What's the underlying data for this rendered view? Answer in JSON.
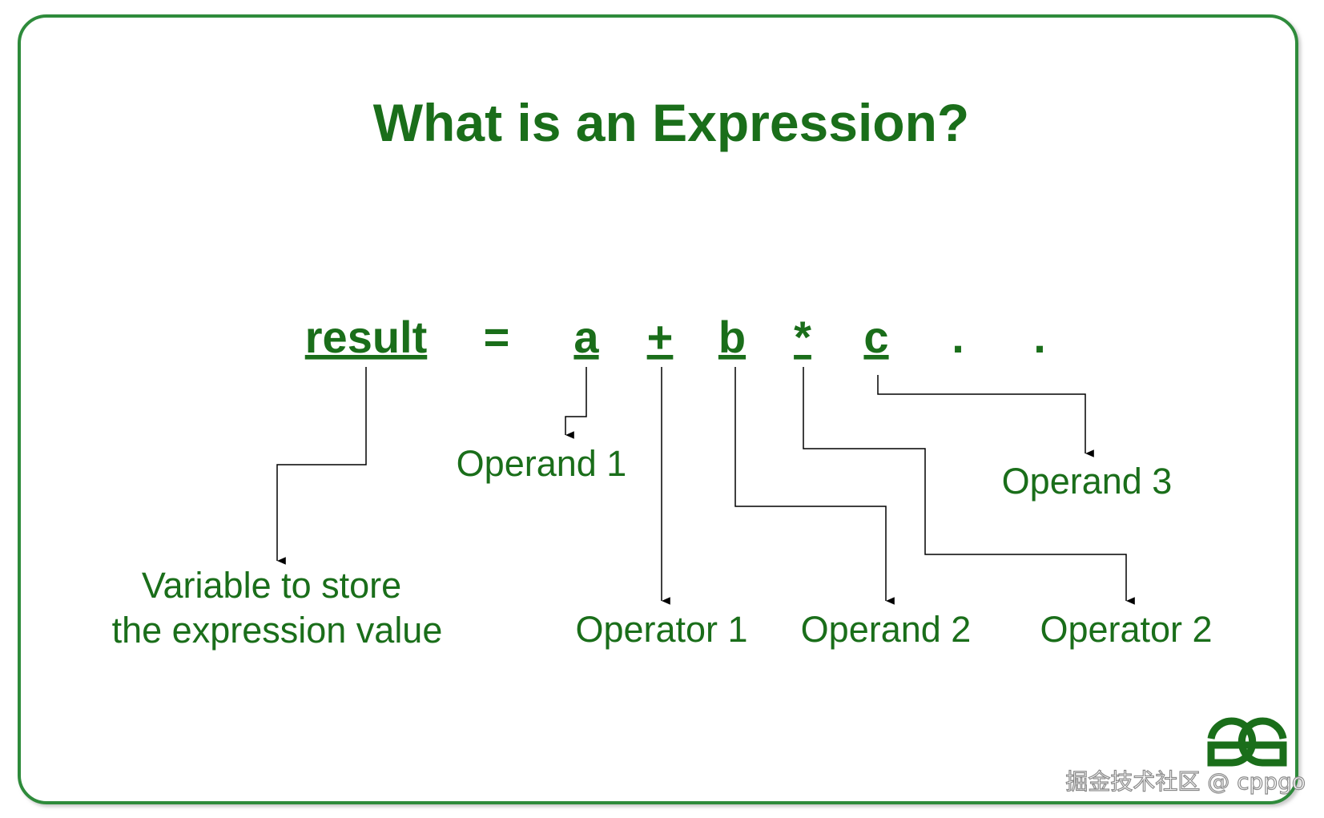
{
  "title": "What is an Expression?",
  "colors": {
    "green": "#1a6e1a",
    "frame": "#2e8b3a",
    "line": "#000000",
    "watermark": "#888888"
  },
  "expression": {
    "tokens": [
      "result",
      "=",
      "a",
      "+",
      "b",
      "*",
      "c",
      ".",
      "."
    ]
  },
  "labels": {
    "variable_line1": "Variable to store",
    "variable_line2": "the expression value",
    "operand1": "Operand 1",
    "operand2": "Operand 2",
    "operand3": "Operand 3",
    "operator1": "Operator 1",
    "operator2": "Operator 2"
  },
  "logo": {
    "name": "geeksforgeeks-logo",
    "text": "GG"
  },
  "watermark": "掘金技术社区 @ cppgo"
}
